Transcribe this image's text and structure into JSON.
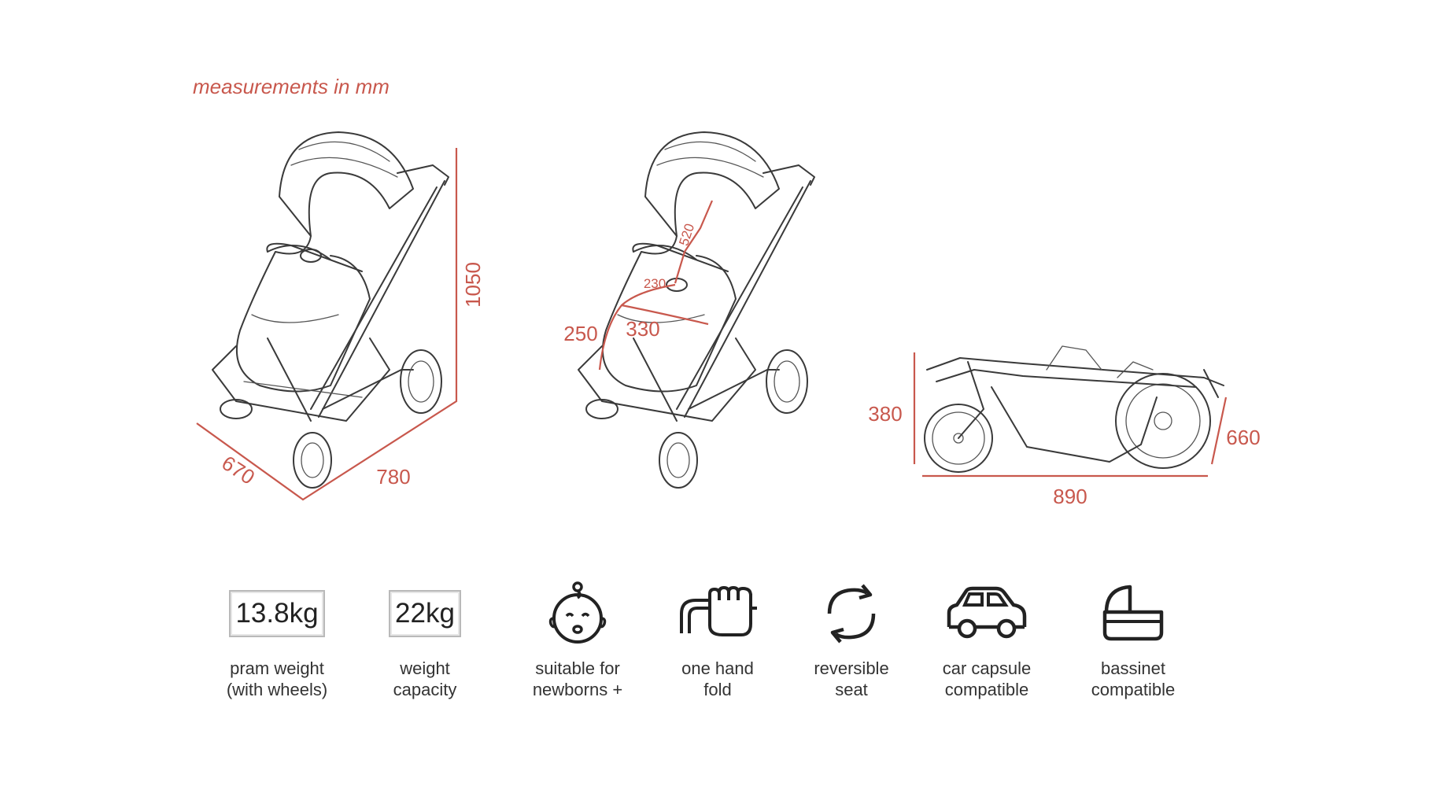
{
  "caption": "measurements in mm",
  "dimensions": {
    "stroller_side": {
      "height": "1050",
      "depth": "670",
      "width": "780"
    },
    "stroller_seat": {
      "seat_width": "250",
      "seat_depth": "330",
      "seat_gap": "230",
      "back_height": "520"
    },
    "folded": {
      "height": "380",
      "depth": "660",
      "length": "890"
    }
  },
  "features": [
    {
      "value": "13.8kg",
      "label_line1": "pram weight",
      "label_line2": "(with wheels)"
    },
    {
      "value": "22kg",
      "label_line1": "weight",
      "label_line2": "capacity"
    },
    {
      "icon": "baby-face-icon",
      "label_line1": "suitable for",
      "label_line2": "newborns +"
    },
    {
      "icon": "hand-fold-icon",
      "label_line1": "one hand",
      "label_line2": "fold"
    },
    {
      "icon": "reverse-arrows-icon",
      "label_line1": "reversible",
      "label_line2": "seat"
    },
    {
      "icon": "car-icon",
      "label_line1": "car capsule",
      "label_line2": "compatible"
    },
    {
      "icon": "bassinet-icon",
      "label_line1": "bassinet",
      "label_line2": "compatible"
    }
  ],
  "colors": {
    "accent": "#c8584d",
    "text": "#333333"
  }
}
